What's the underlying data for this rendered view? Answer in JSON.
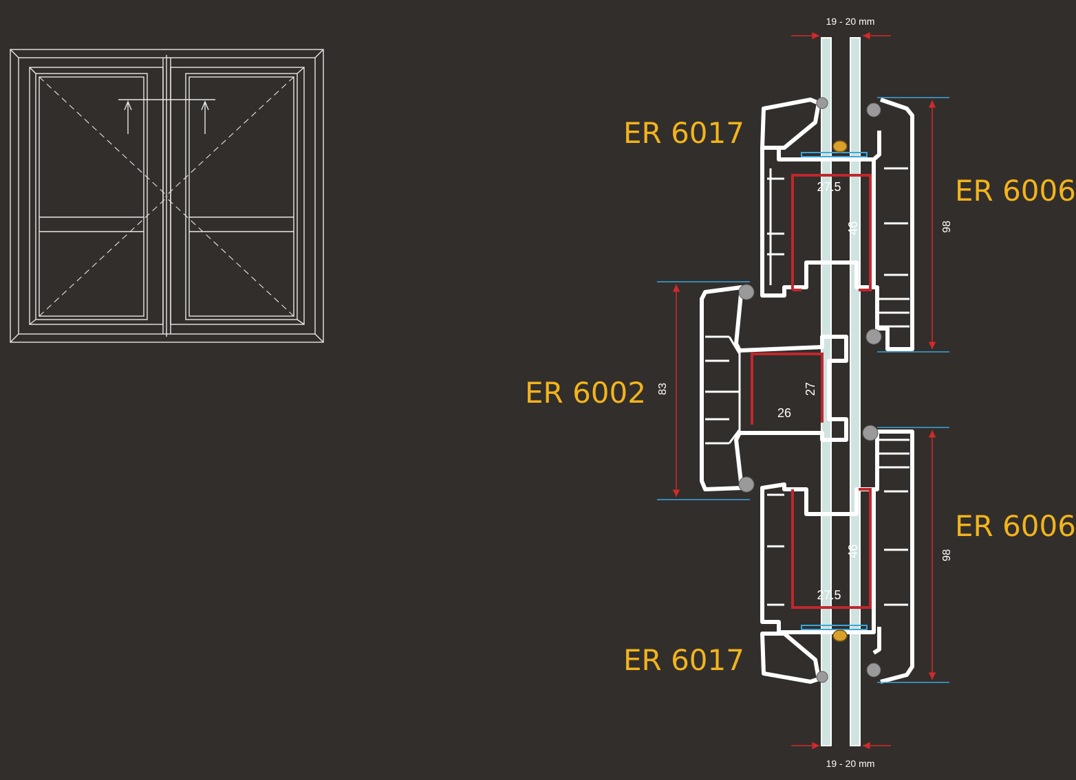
{
  "colors": {
    "background": "#322e2b",
    "profile": "#ffffff",
    "steel_reinforcement": "#c0272d",
    "dimension_line": "#d22a2a",
    "extension_line": "#3aa7df",
    "label": "#f2b41d",
    "gasket": "#9a9a9a",
    "glass": "#cfe3df",
    "spacer": "#d9a02c"
  },
  "labels": {
    "sash_top": "ER 6017",
    "sash_bottom": "ER 6017",
    "frame_top": "ER 6006",
    "frame_bottom": "ER 6006",
    "mullion": "ER 6002"
  },
  "dimensions": {
    "glass_top": "19 - 20 mm",
    "glass_bottom": "19 - 20 mm",
    "height_top": "98",
    "height_bottom": "98",
    "height_mullion": "83",
    "reinf_top_width": "27.5",
    "reinf_top_height": "46",
    "reinf_bottom_width": "27.5",
    "reinf_bottom_height": "46",
    "reinf_mullion_width": "26",
    "reinf_mullion_height": "27"
  },
  "icons": {
    "window_elevation": "double-casement-window-drawing",
    "opening_arrow": "arrow-up-icon"
  }
}
